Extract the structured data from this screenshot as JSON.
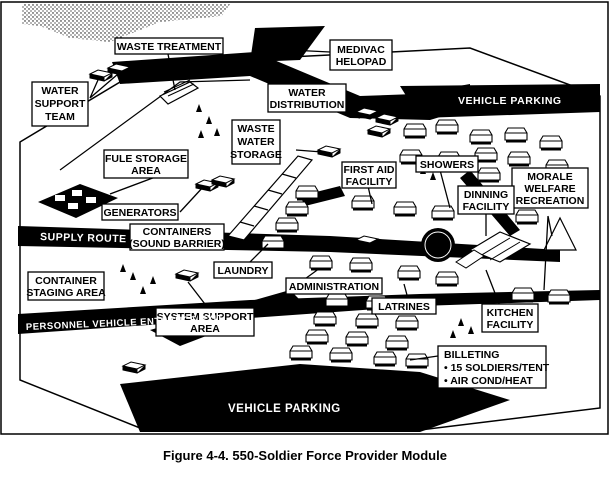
{
  "labels": {
    "waste_treatment": "WASTE TREATMENT",
    "medivac": "MEDIVAC",
    "helopad": "HELOPAD",
    "water_support_team": [
      "WATER",
      "SUPPORT",
      "TEAM"
    ],
    "water_distribution": [
      "WATER",
      "DISTRIBUTION"
    ],
    "vehicle_parking_top": "VEHICLE PARKING",
    "waste_water_storage": [
      "WASTE",
      "WATER",
      "STORAGE"
    ],
    "fule_storage_area": [
      "FULE STORAGE",
      "AREA"
    ],
    "first_aid_facility": [
      "FIRST AID",
      "FACILITY"
    ],
    "showers": "SHOWERS",
    "morale_welfare_recreation": [
      "MORALE",
      "WELFARE",
      "RECREATION"
    ],
    "dinning_facility": [
      "DINNING",
      "FACILITY"
    ],
    "generators": "GENERATORS",
    "supply_route": "SUPPLY ROUTE",
    "containers_sound_barrier": [
      "CONTAINERS",
      "(SOUND BARRIER)"
    ],
    "container_staging_area": [
      "CONTAINER",
      "STAGING AREA"
    ],
    "laundry": "LAUNDRY",
    "administration": "ADMINISTRATION",
    "latrines": "LATRINES",
    "kitchen_facility": [
      "KITCHEN",
      "FACILITY"
    ],
    "system_support_area": [
      "SYSTEM SUPPORT",
      "AREA"
    ],
    "personnel_vehicle_entrance_exit": "PERSONNEL VEHICLE ENTRANCE EXIT",
    "billeting": [
      "BILLETING",
      "• 15 SOLDIERS/TENT",
      "• AIR COND/HEAT"
    ],
    "vehicle_parking_bottom": "VEHICLE PARKING"
  },
  "caption": "Figure 4-4.  550-Soldier Force Provider Module"
}
